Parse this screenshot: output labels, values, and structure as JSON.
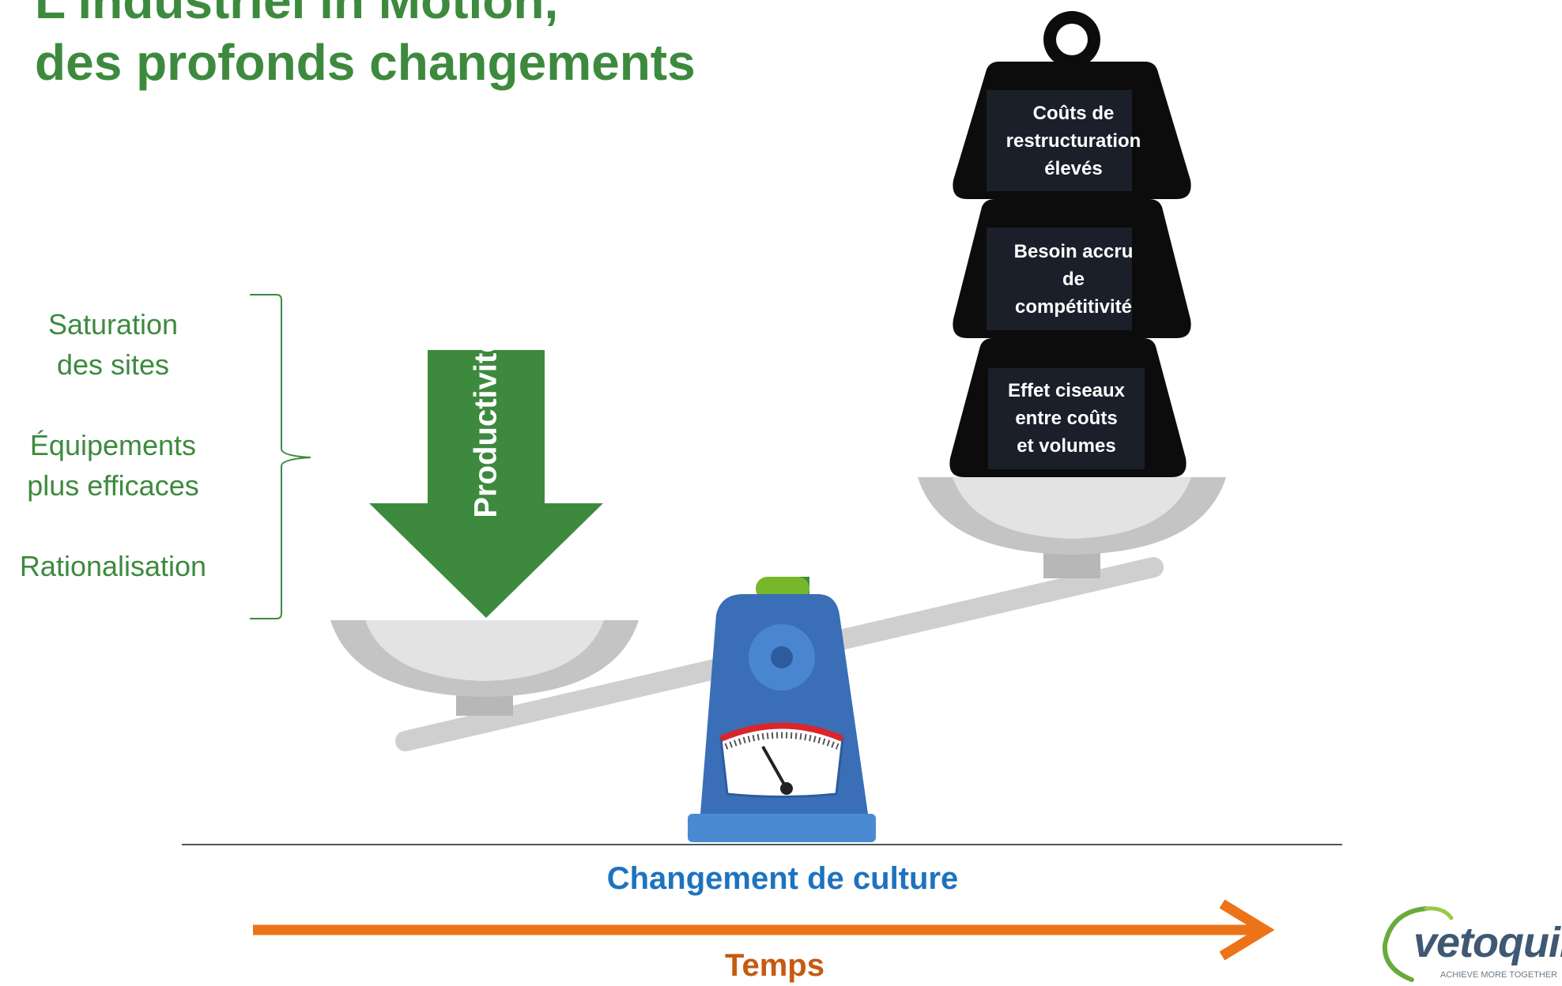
{
  "title": {
    "line1": "L'industriel in Motion,",
    "line2": "des profonds changements"
  },
  "factors": [
    {
      "lines": [
        "Saturation",
        "des sites"
      ]
    },
    {
      "lines": [
        "Équipements",
        "plus efficaces"
      ]
    },
    {
      "lines": [
        "Rationalisation"
      ]
    }
  ],
  "productivity_arrow": {
    "label": "Productivité"
  },
  "weights": [
    {
      "lines": [
        "Coûts de",
        "restructuration",
        "élevés"
      ]
    },
    {
      "lines": [
        "Besoin accru",
        "de",
        "compétitivité"
      ]
    },
    {
      "lines": [
        "Effet ciseaux",
        "entre coûts",
        "et volumes"
      ]
    }
  ],
  "axis": {
    "culture_label": "Changement de culture",
    "time_label": "Temps"
  },
  "logo": {
    "name": "vetoquinol",
    "tagline": "ACHIEVE MORE TOGETHER"
  },
  "colors": {
    "title_green": "#3d8a3e",
    "arrow_green": "#3d8a3e",
    "weight_black": "#0c0c0c",
    "label_box": "#1b1f2a",
    "pan_grey": "#d9d9d9",
    "scale_blue": "#3a6fb7",
    "culture_blue": "#1e73be",
    "time_orange": "#ed7318",
    "time_label": "#c55a11"
  },
  "icons": [
    "balance-scale-icon",
    "weight-icon",
    "down-arrow-icon",
    "right-arrow-icon",
    "gauge-icon"
  ]
}
